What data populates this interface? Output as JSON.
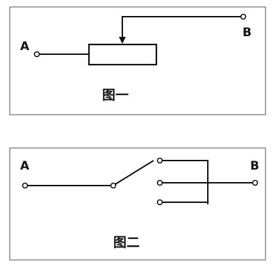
{
  "colors": {
    "line": "#111111",
    "frame": "#8c8c8c",
    "background": "#ffffff"
  },
  "figure1": {
    "caption": "图一",
    "terminal_a": "A",
    "terminal_b": "B",
    "component": "rheostat"
  },
  "figure2": {
    "caption": "图二",
    "terminal_a": "A",
    "terminal_b": "B",
    "component": "single-pole-three-throw-switch"
  }
}
